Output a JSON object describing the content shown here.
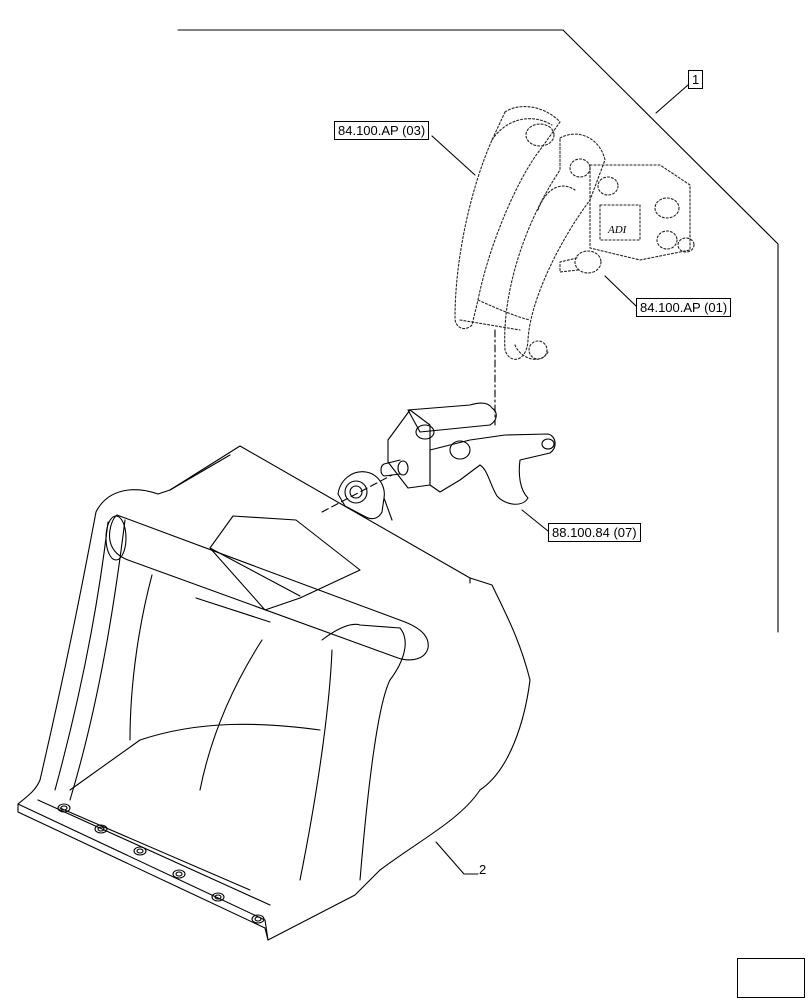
{
  "callouts": {
    "assembly_ref": "1",
    "coupler_frame_ref": "84.100.AP (03)",
    "coupler_lock_ref": "84.100.AP (01)",
    "bucket_bracket_ref": "88.100.84 (07)",
    "bucket_item": "2"
  },
  "icons": {
    "nav": "next-page-arrow-icon",
    "mark": "ADI"
  }
}
